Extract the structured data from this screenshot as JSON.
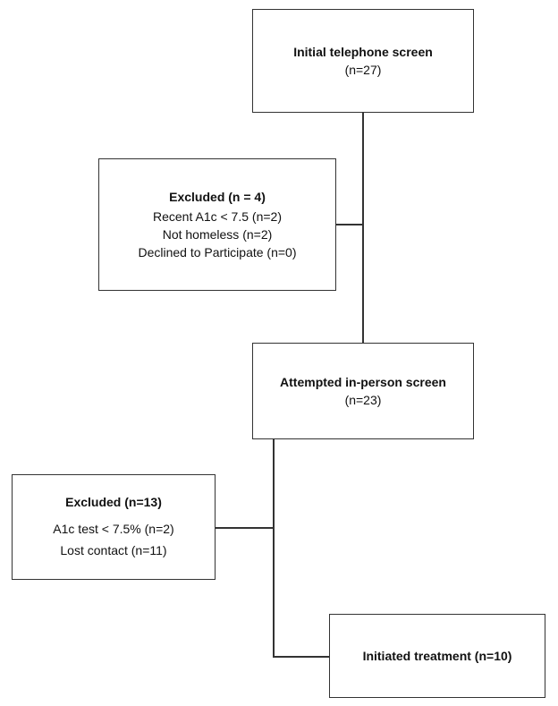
{
  "flowchart": {
    "telephone_screen": {
      "title": "Initial telephone screen",
      "count": "(n=27)"
    },
    "excluded_first": {
      "title": "Excluded (n = 4)",
      "items": [
        "Recent A1c < 7.5 (n=2)",
        "Not homeless (n=2)",
        "Declined to Participate (n=0)"
      ]
    },
    "in_person_screen": {
      "title": "Attempted in-person screen",
      "count": "(n=23)"
    },
    "excluded_second": {
      "title": "Excluded (n=13)",
      "items": [
        "A1c test < 7.5% (n=2)",
        "Lost contact (n=11)"
      ]
    },
    "initiated_treatment": {
      "title": "Initiated treatment (n=10)"
    }
  }
}
